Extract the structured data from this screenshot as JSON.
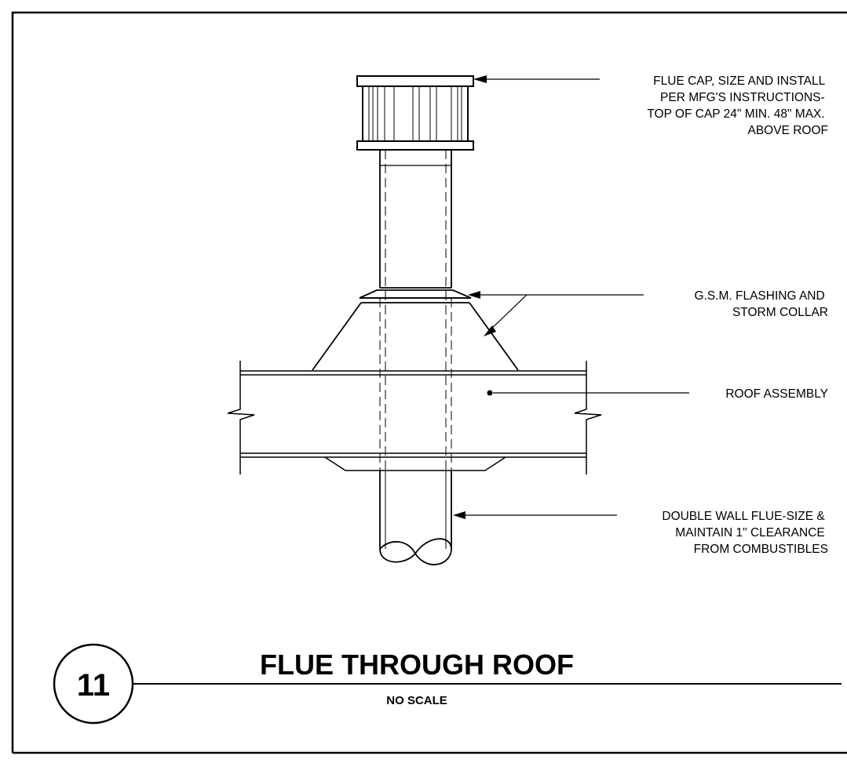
{
  "detail": {
    "number": "11",
    "title": "FLUE THROUGH ROOF",
    "scale": "NO SCALE"
  },
  "callouts": {
    "flue_cap": [
      "FLUE CAP, SIZE AND INSTALL",
      "PER MFG'S INSTRUCTIONS-",
      "TOP OF CAP 24\" MIN. 48\" MAX.",
      "ABOVE ROOF"
    ],
    "flashing": [
      "G.S.M. FLASHING AND",
      "STORM COLLAR"
    ],
    "roof": [
      "ROOF ASSEMBLY"
    ],
    "flue": [
      "DOUBLE WALL FLUE-SIZE &",
      "MAINTAIN 1\" CLEARANCE",
      "FROM COMBUSTIBLES"
    ]
  }
}
